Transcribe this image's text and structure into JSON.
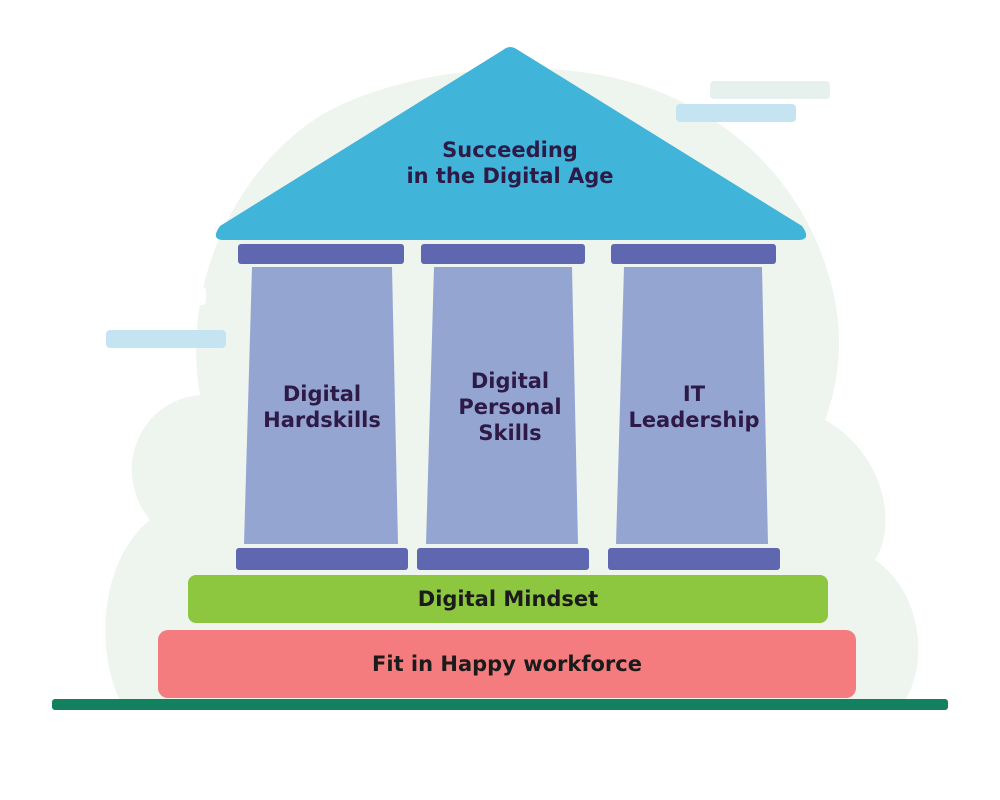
{
  "roof": {
    "label": "Succeeding\nin the Digital Age"
  },
  "pillars": [
    {
      "label": "Digital\nHardskills"
    },
    {
      "label": "Digital\nPersonal\nSkills"
    },
    {
      "label": "IT\nLeadership"
    }
  ],
  "foundation": {
    "mindset_label": "Digital Mindset",
    "workforce_label": "Fit in Happy workforce"
  },
  "colors": {
    "roof": "#41b4da",
    "pillar": "#95a5d1",
    "pillar_cap": "#5f67b0",
    "mindset": "#8dc63f",
    "workforce": "#f47c7f",
    "ground": "#138060",
    "background_blob": "#eef5ef",
    "cloud": "#c5e4f2",
    "text": "#2e1a47"
  }
}
